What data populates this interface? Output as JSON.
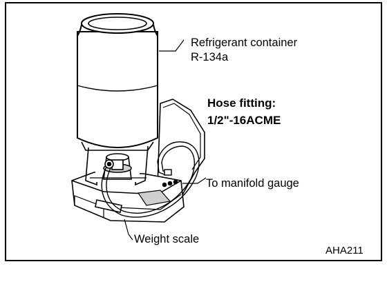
{
  "labels": {
    "container_line1": "Refrigerant container",
    "container_line2": "R-134a",
    "hose_fitting_line1": "Hose fitting:",
    "hose_fitting_line2": "1/2\"-16ACME",
    "manifold": "To manifold gauge",
    "weight_scale": "Weight scale",
    "figure_code": "AHA211"
  },
  "colors": {
    "ink": "#000000",
    "paper": "#ffffff",
    "gray_fill": "#cfcfcf"
  }
}
